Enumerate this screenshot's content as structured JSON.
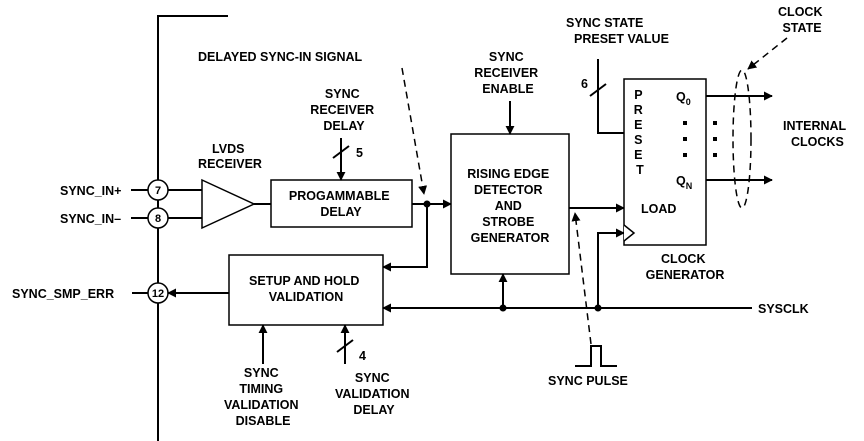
{
  "pins": {
    "sync_in_plus": {
      "name": "SYNC_IN+",
      "number": "7"
    },
    "sync_in_minus": {
      "name": "SYNC_IN–",
      "number": "8"
    },
    "sync_smp_err": {
      "name": "SYNC_SMP_ERR",
      "number": "12"
    }
  },
  "lvds_receiver": [
    "LVDS",
    "RECEIVER"
  ],
  "programmable_delay": [
    "PROGAMMABLE",
    "DELAY"
  ],
  "sync_receiver_delay": {
    "lines": [
      "SYNC",
      "RECEIVER",
      "DELAY"
    ],
    "bus_width": "5"
  },
  "delayed_sync_in": "DELAYED SYNC-IN SIGNAL",
  "sync_receiver_enable": [
    "SYNC",
    "RECEIVER",
    "ENABLE"
  ],
  "rising_edge_block": [
    "RISING EDGE",
    "DETECTOR",
    "AND",
    "STROBE",
    "GENERATOR"
  ],
  "sync_state_preset": {
    "lines": [
      "SYNC STATE",
      "PRESET VALUE"
    ],
    "bus_width": "6"
  },
  "clock_state": [
    "CLOCK",
    "STATE"
  ],
  "clock_generator": {
    "preset_letters": [
      "P",
      "R",
      "E",
      "S",
      "E",
      "T"
    ],
    "q0": "Q",
    "q0_sub": "0",
    "qn": "Q",
    "qn_sub": "N",
    "load": "LOAD",
    "caption": [
      "CLOCK",
      "GENERATOR"
    ]
  },
  "internal_clocks": [
    "INTERNAL",
    "CLOCKS"
  ],
  "setup_hold_block": [
    "SETUP AND HOLD",
    "VALIDATION"
  ],
  "sysclk": "SYSCLK",
  "sync_timing_disable": [
    "SYNC",
    "TIMING",
    "VALIDATION",
    "DISABLE"
  ],
  "sync_validation_delay": {
    "lines": [
      "SYNC",
      "VALIDATION",
      "DELAY"
    ],
    "bus_width": "4"
  },
  "sync_pulse": "SYNC PULSE"
}
